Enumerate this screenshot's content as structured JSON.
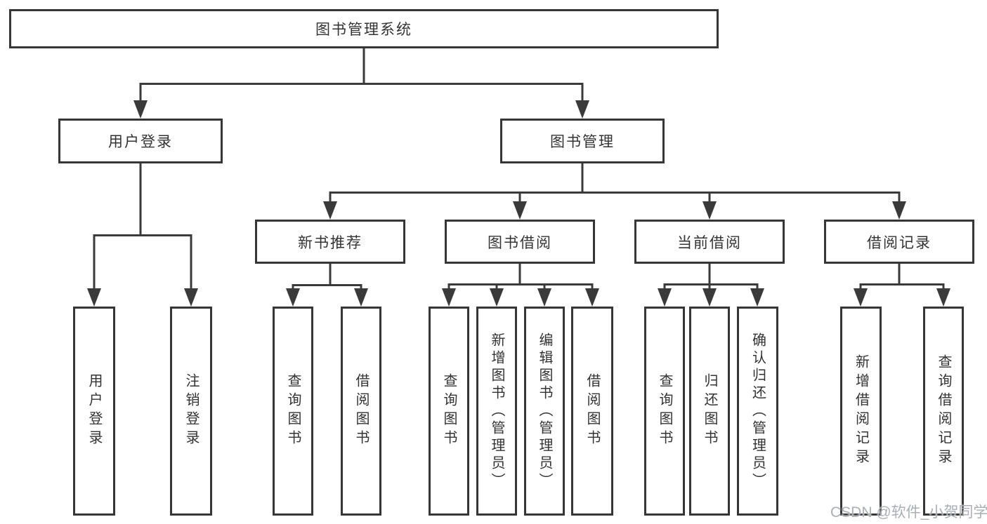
{
  "nodes": {
    "root": "图书管理系统",
    "user_login": "用户登录",
    "book_mgmt": "图书管理",
    "new_book_rec": "新书推荐",
    "book_borrow": "图书借阅",
    "current_borrow": "当前借阅",
    "borrow_records": "借阅记录",
    "leaves_user_login": [
      "用户登录",
      "注销登录"
    ],
    "leaves_new_book_rec": [
      "查询图书",
      "借阅图书"
    ],
    "leaves_book_borrow": [
      "查询图书",
      "新增图书（管理员）",
      "编辑图书（管理员）",
      "借阅图书"
    ],
    "leaves_current_borrow": [
      "查询图书",
      "归还图书",
      "确认归还（管理员）"
    ],
    "leaves_borrow_records": [
      "新增借阅记录",
      "查询借阅记录"
    ]
  },
  "watermark": {
    "text": "CSDN @软件_小贺同学"
  },
  "colors": {
    "line": "#3a3a3a",
    "text": "#333333",
    "background": "#ffffff",
    "watermark": "#a9afb5"
  }
}
